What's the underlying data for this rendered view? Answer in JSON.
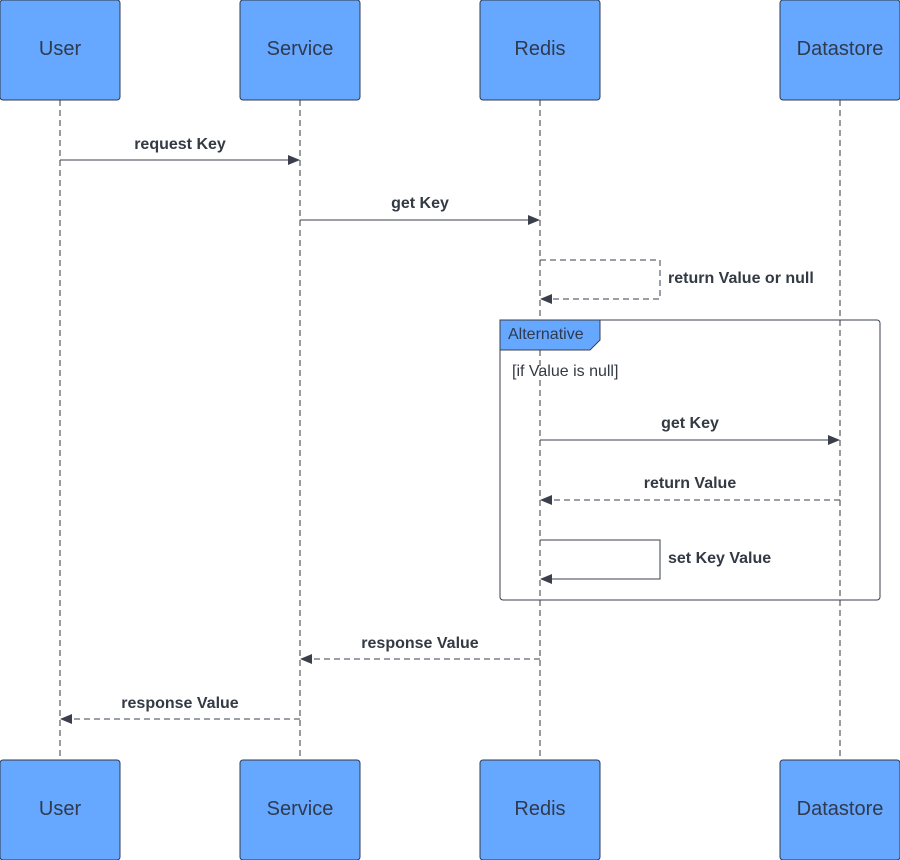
{
  "actors": [
    "User",
    "Service",
    "Redis",
    "Datastore"
  ],
  "messages": [
    {
      "label": "request Key",
      "style": "solid"
    },
    {
      "label": "get Key",
      "style": "solid"
    },
    {
      "label": "return Value or null",
      "style": "dashed"
    },
    {
      "label": "get Key",
      "style": "solid"
    },
    {
      "label": "return Value",
      "style": "dashed"
    },
    {
      "label": "set Key Value",
      "style": "solid"
    },
    {
      "label": "response Value",
      "style": "dashed"
    },
    {
      "label": "response Value",
      "style": "dashed"
    }
  ],
  "fragment": {
    "title": "Alternative",
    "guard": "[if Value is null]"
  },
  "colors": {
    "actor_fill": "#66a7ff",
    "line": "#3a3f4b"
  }
}
